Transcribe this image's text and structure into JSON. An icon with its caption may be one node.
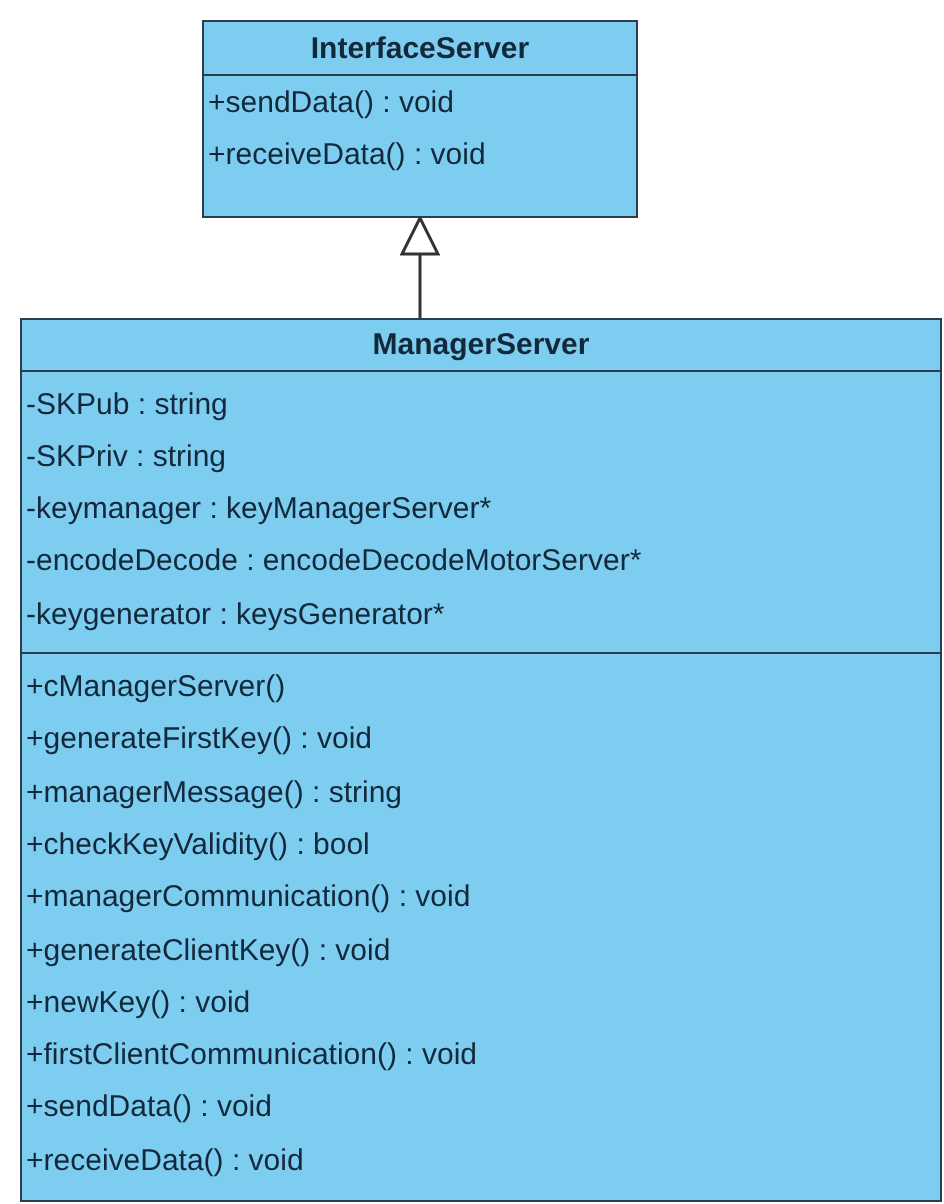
{
  "diagram": {
    "nodes": [
      {
        "text": [
          "InterfaceServer",
          "+sendData() : void",
          "+receiveData() : void"
        ]
      },
      {
        "text": [
          "ManagerServer",
          "-SKPub : string",
          "-SKPriv : string",
          "-keymanager : keyManagerServer*",
          "-encodeDecode : encodeDecodeMotorServer*",
          "-keygenerator : keysGenerator*",
          "+cManagerServer()",
          "+generateFirstKey() : void",
          "+managerMessage() : string",
          "+checkKeyValidity() : bool",
          "+managerCommunication() : void",
          "+generateClientKey() : void",
          "+newKey() : void",
          "+firstClientCommunication() : void",
          "+sendData() : void",
          "+receiveData() : void"
        ]
      }
    ],
    "edges": [
      {
        "from": 1,
        "to": 0,
        "arrow": "to"
      }
    ]
  }
}
